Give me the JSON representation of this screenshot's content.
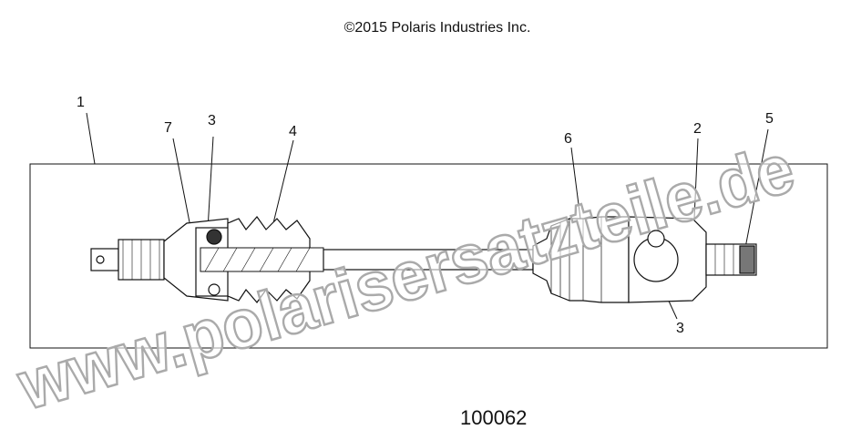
{
  "copyright": "©2015 Polaris Industries Inc.",
  "figure_number": "100062",
  "watermark": "www.polarisersatzteile.de",
  "callouts": [
    {
      "label": "1",
      "part": "drive-shaft-assembly"
    },
    {
      "label": "7",
      "part": "inner-joint-clamp"
    },
    {
      "label": "3",
      "part": "inner-joint-ball"
    },
    {
      "label": "4",
      "part": "inner-boot"
    },
    {
      "label": "6",
      "part": "outer-boot"
    },
    {
      "label": "2",
      "part": "outer-joint-housing"
    },
    {
      "label": "5",
      "part": "outer-spline"
    },
    {
      "label": "3",
      "part": "outer-joint-ball"
    }
  ],
  "colors": {
    "line": "#111111",
    "watermark": "#bdbdbd"
  }
}
